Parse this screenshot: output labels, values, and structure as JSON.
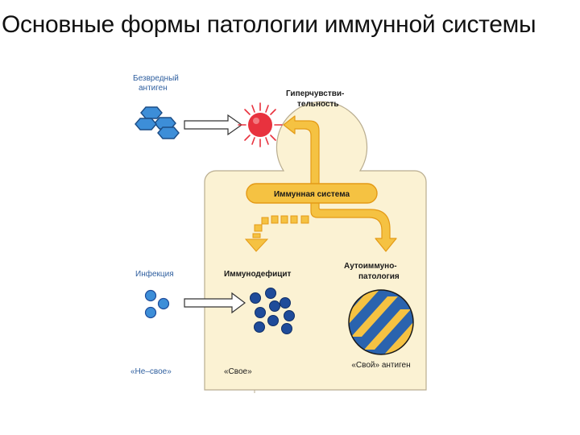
{
  "title": "Основные формы патологии иммунной системы",
  "labels": {
    "harmless_antigen_line1": "Безвредный",
    "harmless_antigen_line2": "антиген",
    "hypersensitivity_line1": "Гиперчувстви-",
    "hypersensitivity_line2": "тельность",
    "immune_system": "Иммунная система",
    "infection": "Инфекция",
    "immunodeficiency": "Иммунодефицит",
    "autoimmune_line1": "Аутоиммуно-",
    "autoimmune_line2": "патология",
    "self_antigen": "«Свой» антиген",
    "not_self": "«Не–свое»",
    "self": "«Свое»"
  },
  "colors": {
    "body_fill": "#fbf2d3",
    "body_stroke": "#b9ad90",
    "arrow_yellow": "#f5c242",
    "arrow_orange": "#e49a16",
    "antigen_blue": "#3d8ed8",
    "cell_blue": "#1f4c9a",
    "red_cell": "#e8323e",
    "text_blue": "#2f5f9f"
  },
  "icons": {
    "hexagon_cluster": "hexagon-antigen-icon",
    "red_cell": "burst-red-cell-icon",
    "infection_dots": "infection-dots-icon",
    "immuno_cells": "blue-cells-icon",
    "striped_circle": "striped-self-antigen-icon"
  }
}
